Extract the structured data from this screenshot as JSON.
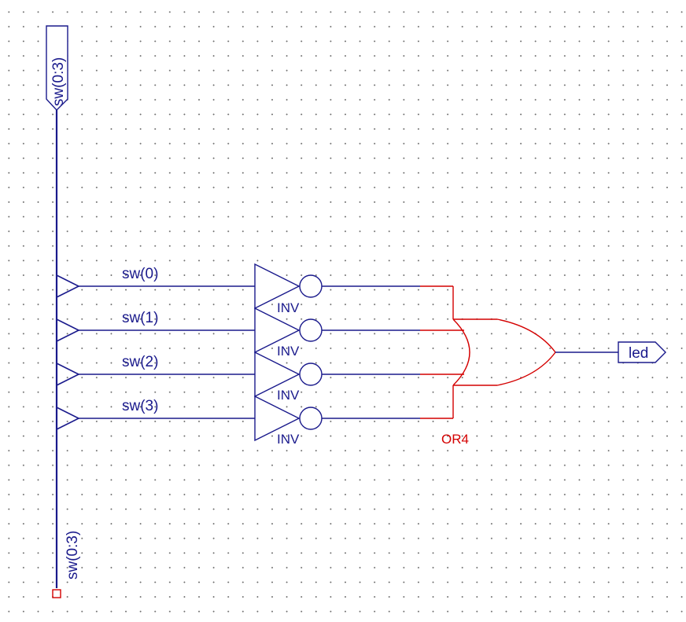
{
  "bus": {
    "top_port_label": "sw(0:3)",
    "bottom_label": "sw(0:3)"
  },
  "signals": [
    {
      "label": "sw(0)",
      "gate_label": "INV"
    },
    {
      "label": "sw(1)",
      "gate_label": "INV"
    },
    {
      "label": "sw(2)",
      "gate_label": "INV"
    },
    {
      "label": "sw(3)",
      "gate_label": "INV"
    }
  ],
  "or_gate": {
    "label": "OR4"
  },
  "output_port": {
    "label": "led"
  },
  "colors": {
    "wire": "#1a1a8c",
    "selected": "#d40000",
    "grid_dot": "#6b6b6b",
    "background": "#ffffff"
  }
}
